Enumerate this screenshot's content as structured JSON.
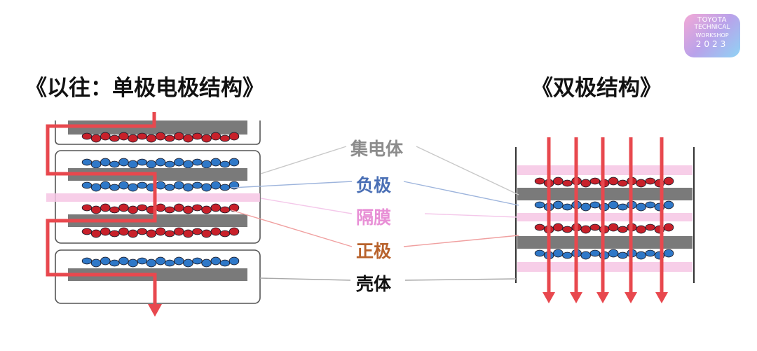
{
  "titles": {
    "left": "《以往：单极电极结构》",
    "right": "《双极结构》"
  },
  "labels": {
    "collector": "集电体",
    "negative": "负极",
    "separator": "隔膜",
    "positive": "正极",
    "case": "壳体"
  },
  "logo": {
    "line1": "TOYOTA",
    "line2": "TECHNICAL",
    "line3": "WORKSHOP",
    "line4": "2023"
  },
  "colors": {
    "collector_label": "#8c8c8c",
    "negative_label": "#4a6fb5",
    "separator_label": "#e890d6",
    "positive_label": "#b8622c",
    "case_label": "#111111",
    "current_arrow": "#e8484e",
    "collector_plate": "#7a7a7a",
    "negative_particles": "#2f78c8",
    "positive_particles": "#c8202a",
    "separator_band": "#f6c6e4"
  }
}
